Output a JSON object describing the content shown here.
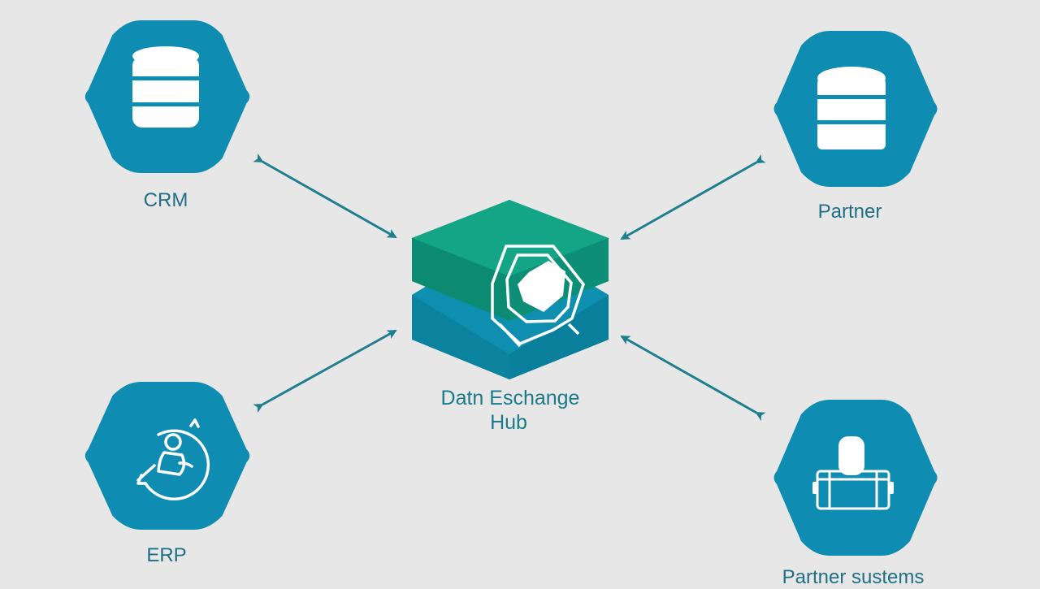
{
  "colors": {
    "background": "#e7e7e7",
    "node_fill": "#0f8cb1",
    "hub_top": "#12a083",
    "hub_side": "#0e9db7",
    "arrow": "#1f7f8f",
    "label": "#1f6f86"
  },
  "nodes": {
    "crm": {
      "label": "CRM",
      "icon": "database-icon"
    },
    "partner": {
      "label": "Partner",
      "icon": "database-icon"
    },
    "erp": {
      "label": "ERP",
      "icon": "sync-icon"
    },
    "partner_systems": {
      "label": "Partner sustems",
      "icon": "toolbox-icon"
    }
  },
  "hub": {
    "label_line1": "Datn Eschange",
    "label_line2": "Hub",
    "icon": "hub-icon"
  }
}
